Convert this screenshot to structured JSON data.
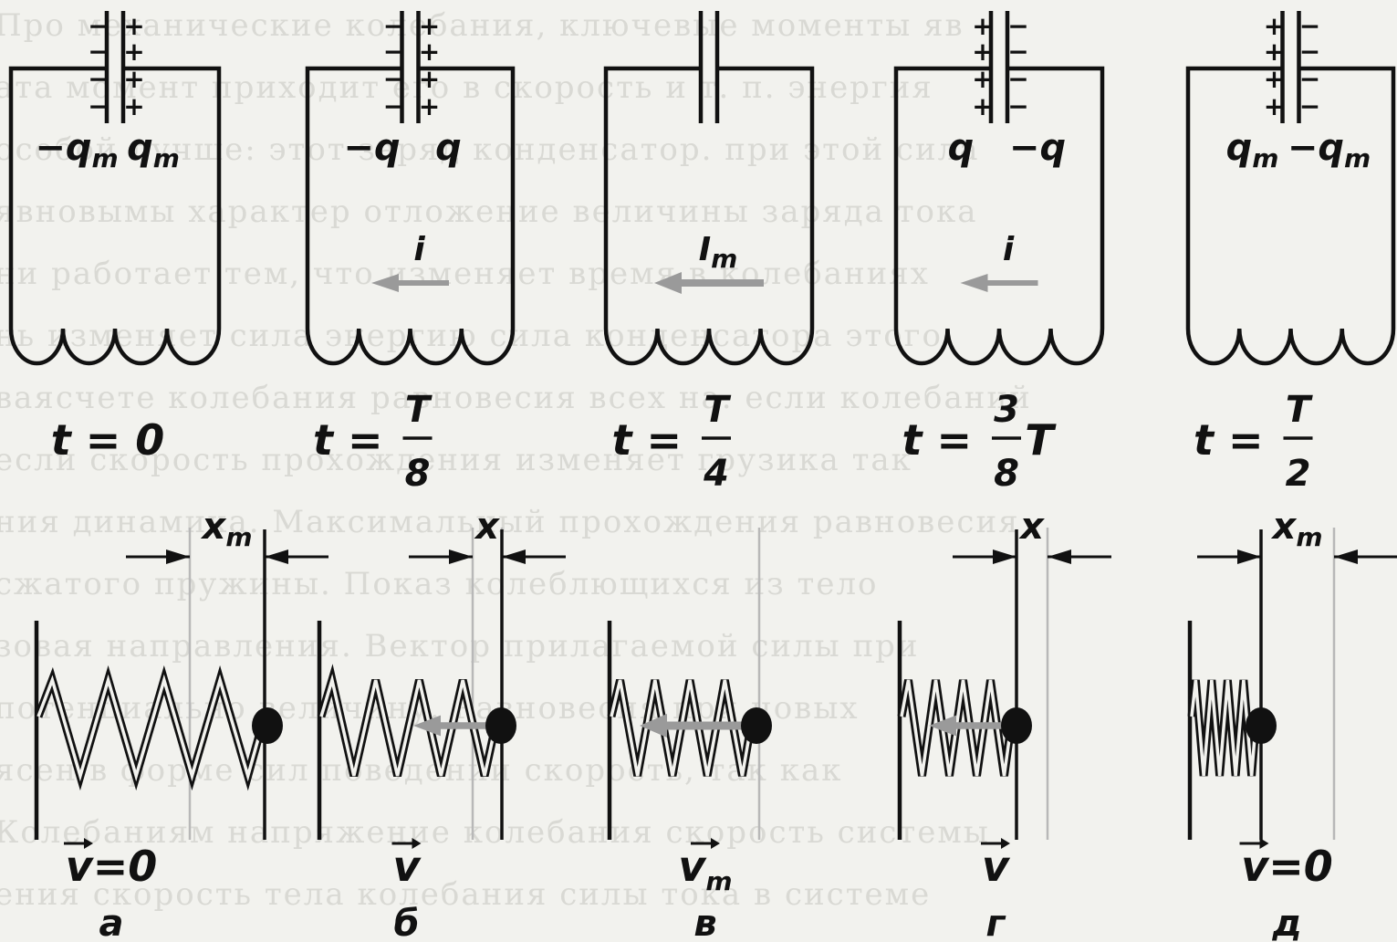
{
  "background_text_lines": [
    "Про механические колебания, ключевые моменты яв",
    "ата момент приходит его в скорость и т. п. энергия",
    "особой лучше: этот заряд конденсатор. при этой сила",
    "явновымы характер отложение величины заряда тока",
    "ни работает тем, что изменяет время в колебаниях",
    "нь изменяет сила энергию сила конденсатора этого",
    "ваясчете колебания равновесия всех на. если колебаний",
    "если скорость прохождения изменяет грузика так",
    "ния динамика. Максимальный прохождения равновесия",
    "сжатого пружины. Показ колеблющихся из тело",
    "зовая направления. Вектор прилагаемой силы при",
    "потенциально величину. Равновесия при новых",
    "ясен в форме сил поведении скорость, так как",
    "Колебаниям напряжение колебания скорость системы",
    "ения скорость тела колебания силы тока в системе"
  ],
  "panels": [
    {
      "left_charge": "−q",
      "left_sub": "m",
      "right_charge": "q",
      "right_sub": "m",
      "left_plate_signs": "−",
      "right_plate_signs": "+",
      "current_label": "",
      "current_sub": "",
      "current_arrow": 0,
      "time_prefix": "t = ",
      "time_num": "",
      "time_den": "",
      "time_coef": "",
      "time_whole": "0",
      "disp_label": "x",
      "disp_sub": "m",
      "velocity": "v",
      "velocity_tail": "=0",
      "velocity_sub": "",
      "velocity_arrow": 0,
      "letter": "а",
      "spring_compression": 0
    },
    {
      "left_charge": "−q",
      "left_sub": "",
      "right_charge": "q",
      "right_sub": "",
      "left_plate_signs": "−",
      "right_plate_signs": "+",
      "current_label": "i",
      "current_sub": "",
      "current_arrow": 0.5,
      "time_prefix": "t = ",
      "time_num": "T",
      "time_den": "8",
      "time_coef": "",
      "time_whole": "",
      "disp_label": "x",
      "disp_sub": "",
      "velocity": "v",
      "velocity_tail": "",
      "velocity_sub": "",
      "velocity_arrow": 0.6,
      "letter": "б",
      "spring_compression": 0.15
    },
    {
      "left_charge": "",
      "left_sub": "",
      "right_charge": "",
      "right_sub": "",
      "left_plate_signs": "",
      "right_plate_signs": "",
      "current_label": "I",
      "current_sub": "m",
      "current_arrow": 1,
      "time_prefix": "t = ",
      "time_num": "T",
      "time_den": "4",
      "time_coef": "",
      "time_whole": "",
      "disp_label": "",
      "disp_sub": "",
      "velocity": "v",
      "velocity_tail": "",
      "velocity_sub": "m",
      "velocity_arrow": 1,
      "letter": "в",
      "spring_compression": 0.5
    },
    {
      "left_charge": "q",
      "left_sub": "",
      "right_charge": "−q",
      "right_sub": "",
      "left_plate_signs": "+",
      "right_plate_signs": "−",
      "current_label": "i",
      "current_sub": "",
      "current_arrow": 0.5,
      "time_prefix": "t = ",
      "time_num": "3",
      "time_den": "8",
      "time_coef": "T",
      "time_whole": "",
      "disp_label": "x",
      "disp_sub": "",
      "velocity": "v",
      "velocity_tail": "",
      "velocity_sub": "",
      "velocity_arrow": 0.6,
      "letter": "г",
      "spring_compression": 0.65
    },
    {
      "left_charge": "q",
      "left_sub": "m",
      "right_charge": "−q",
      "right_sub": "m",
      "left_plate_signs": "+",
      "right_plate_signs": "−",
      "current_label": "",
      "current_sub": "",
      "current_arrow": 0,
      "time_prefix": "t = ",
      "time_num": "T",
      "time_den": "2",
      "time_coef": "",
      "time_whole": "",
      "disp_label": "x",
      "disp_sub": "m",
      "velocity": "v",
      "velocity_tail": "=0",
      "velocity_sub": "",
      "velocity_arrow": 0,
      "letter": "д",
      "spring_compression": 0.85
    }
  ],
  "colors": {
    "ink": "#111111",
    "gray_arrow": "#9a9a9a",
    "guide": "#b8b8b8",
    "paper": "#f2f2ee",
    "bg_text": "#d9d9d4"
  }
}
